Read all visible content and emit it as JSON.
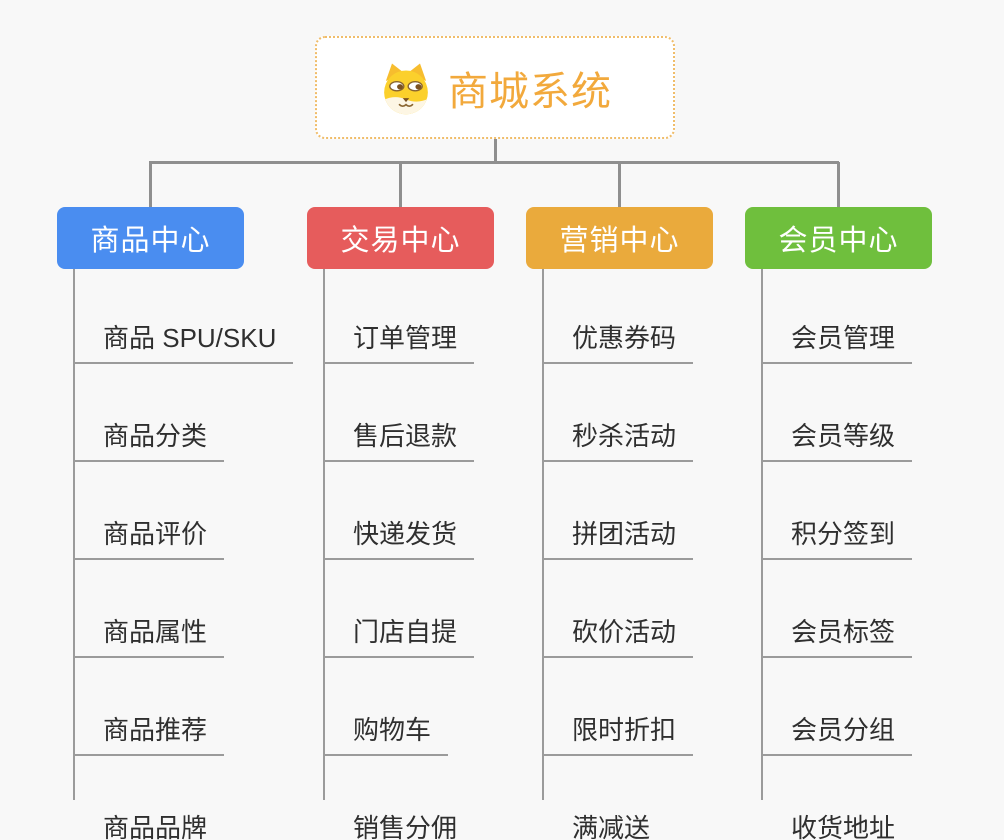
{
  "page": {
    "background_color": "#f8f8f8"
  },
  "root": {
    "title": "商城系统",
    "title_color": "#f2a93c",
    "border_color": "#f0bd6a",
    "icon": "doge-icon"
  },
  "connectors": {
    "color": "#8f8f8f",
    "child_line_color": "#9b9b9b"
  },
  "branches": [
    {
      "label": "商品中心",
      "color": "#4a8df0",
      "children": [
        "商品 SPU/SKU",
        "商品分类",
        "商品评价",
        "商品属性",
        "商品推荐",
        "商品品牌"
      ]
    },
    {
      "label": "交易中心",
      "color": "#e65c5c",
      "children": [
        "订单管理",
        "售后退款",
        "快递发货",
        "门店自提",
        "购物车",
        "销售分佣"
      ]
    },
    {
      "label": "营销中心",
      "color": "#eaaa3c",
      "children": [
        "优惠券码",
        "秒杀活动",
        "拼团活动",
        "砍价活动",
        "限时折扣",
        "满减送"
      ]
    },
    {
      "label": "会员中心",
      "color": "#6fbf3d",
      "children": [
        "会员管理",
        "会员等级",
        "积分签到",
        "会员标签",
        "会员分组",
        "收货地址"
      ]
    }
  ]
}
